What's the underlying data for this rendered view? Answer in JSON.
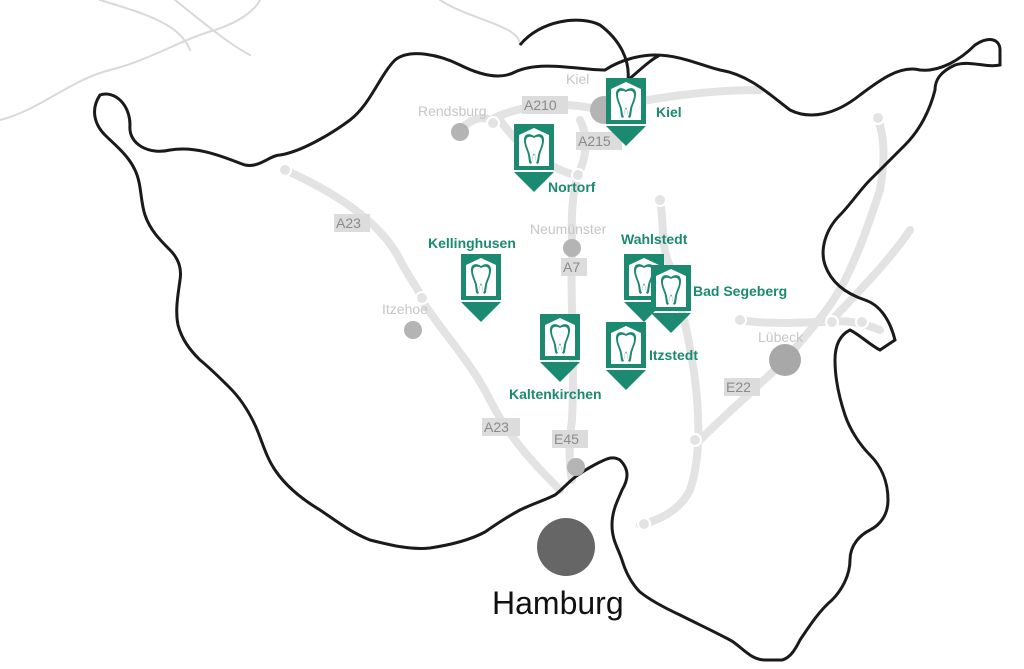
{
  "map": {
    "accent_color": "#1b8a70",
    "region_outline_color": "#1a1a1a",
    "road_color": "#e3e3e3",
    "marker_icon": "tooth-icon",
    "cities": [
      {
        "id": "kiel",
        "name": "Kiel"
      },
      {
        "id": "rendsburg",
        "name": "Rendsburg"
      },
      {
        "id": "neumuenster",
        "name": "Neumünster"
      },
      {
        "id": "itzehoe",
        "name": "Itzehoe"
      },
      {
        "id": "luebeck",
        "name": "Lübeck"
      },
      {
        "id": "hamburg",
        "name": "Hamburg"
      }
    ],
    "roads": [
      {
        "id": "a210",
        "label": "A210"
      },
      {
        "id": "a215",
        "label": "A215"
      },
      {
        "id": "a23-north",
        "label": "A23"
      },
      {
        "id": "a7",
        "label": "A7"
      },
      {
        "id": "a23-south",
        "label": "A23"
      },
      {
        "id": "e45",
        "label": "E45"
      },
      {
        "id": "e22",
        "label": "E22"
      }
    ],
    "practices": [
      {
        "id": "kiel",
        "name": "Kiel"
      },
      {
        "id": "nortorf",
        "name": "Nortorf"
      },
      {
        "id": "kellinghusen",
        "name": "Kellinghusen"
      },
      {
        "id": "wahlstedt",
        "name": "Wahlstedt"
      },
      {
        "id": "bad-segeberg",
        "name": "Bad Segeberg"
      },
      {
        "id": "kaltenkirchen",
        "name": "Kaltenkirchen"
      },
      {
        "id": "itzstedt",
        "name": "Itzstedt"
      }
    ]
  }
}
